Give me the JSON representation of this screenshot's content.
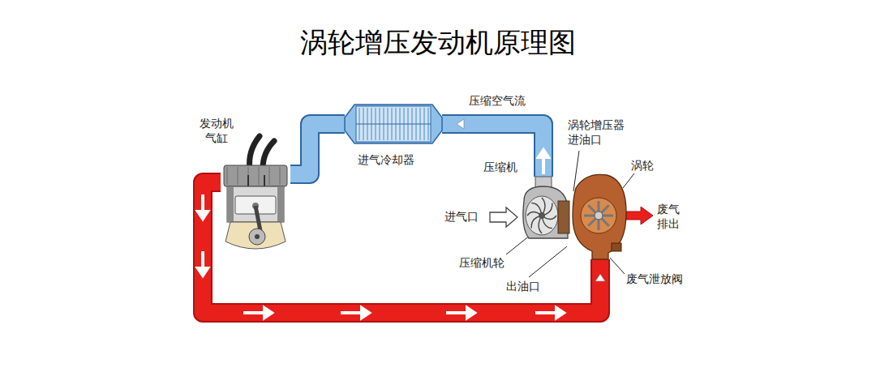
{
  "diagram": {
    "title": "涡轮增压发动机原理图",
    "nodes": [
      {
        "text": [
          "发动机 气缸"
        ]
      },
      {
        "text": [
          "进气冷却器"
        ]
      },
      {
        "text": [
          "压缩机"
        ]
      },
      {
        "text": [
          "涡轮"
        ]
      }
    ],
    "edges": [
      {
        "from": 2,
        "to": 1,
        "label": "压缩空气流",
        "arrow": "to"
      },
      {
        "from": 1,
        "to": 0,
        "arrow": "none"
      },
      {
        "from": 0,
        "to": 3,
        "arrow": "to"
      }
    ],
    "labels": [
      "涡轮增压器 进油口",
      "进气口",
      "废气 排出",
      "压缩机轮",
      "出油口",
      "废气泄放阀"
    ]
  }
}
